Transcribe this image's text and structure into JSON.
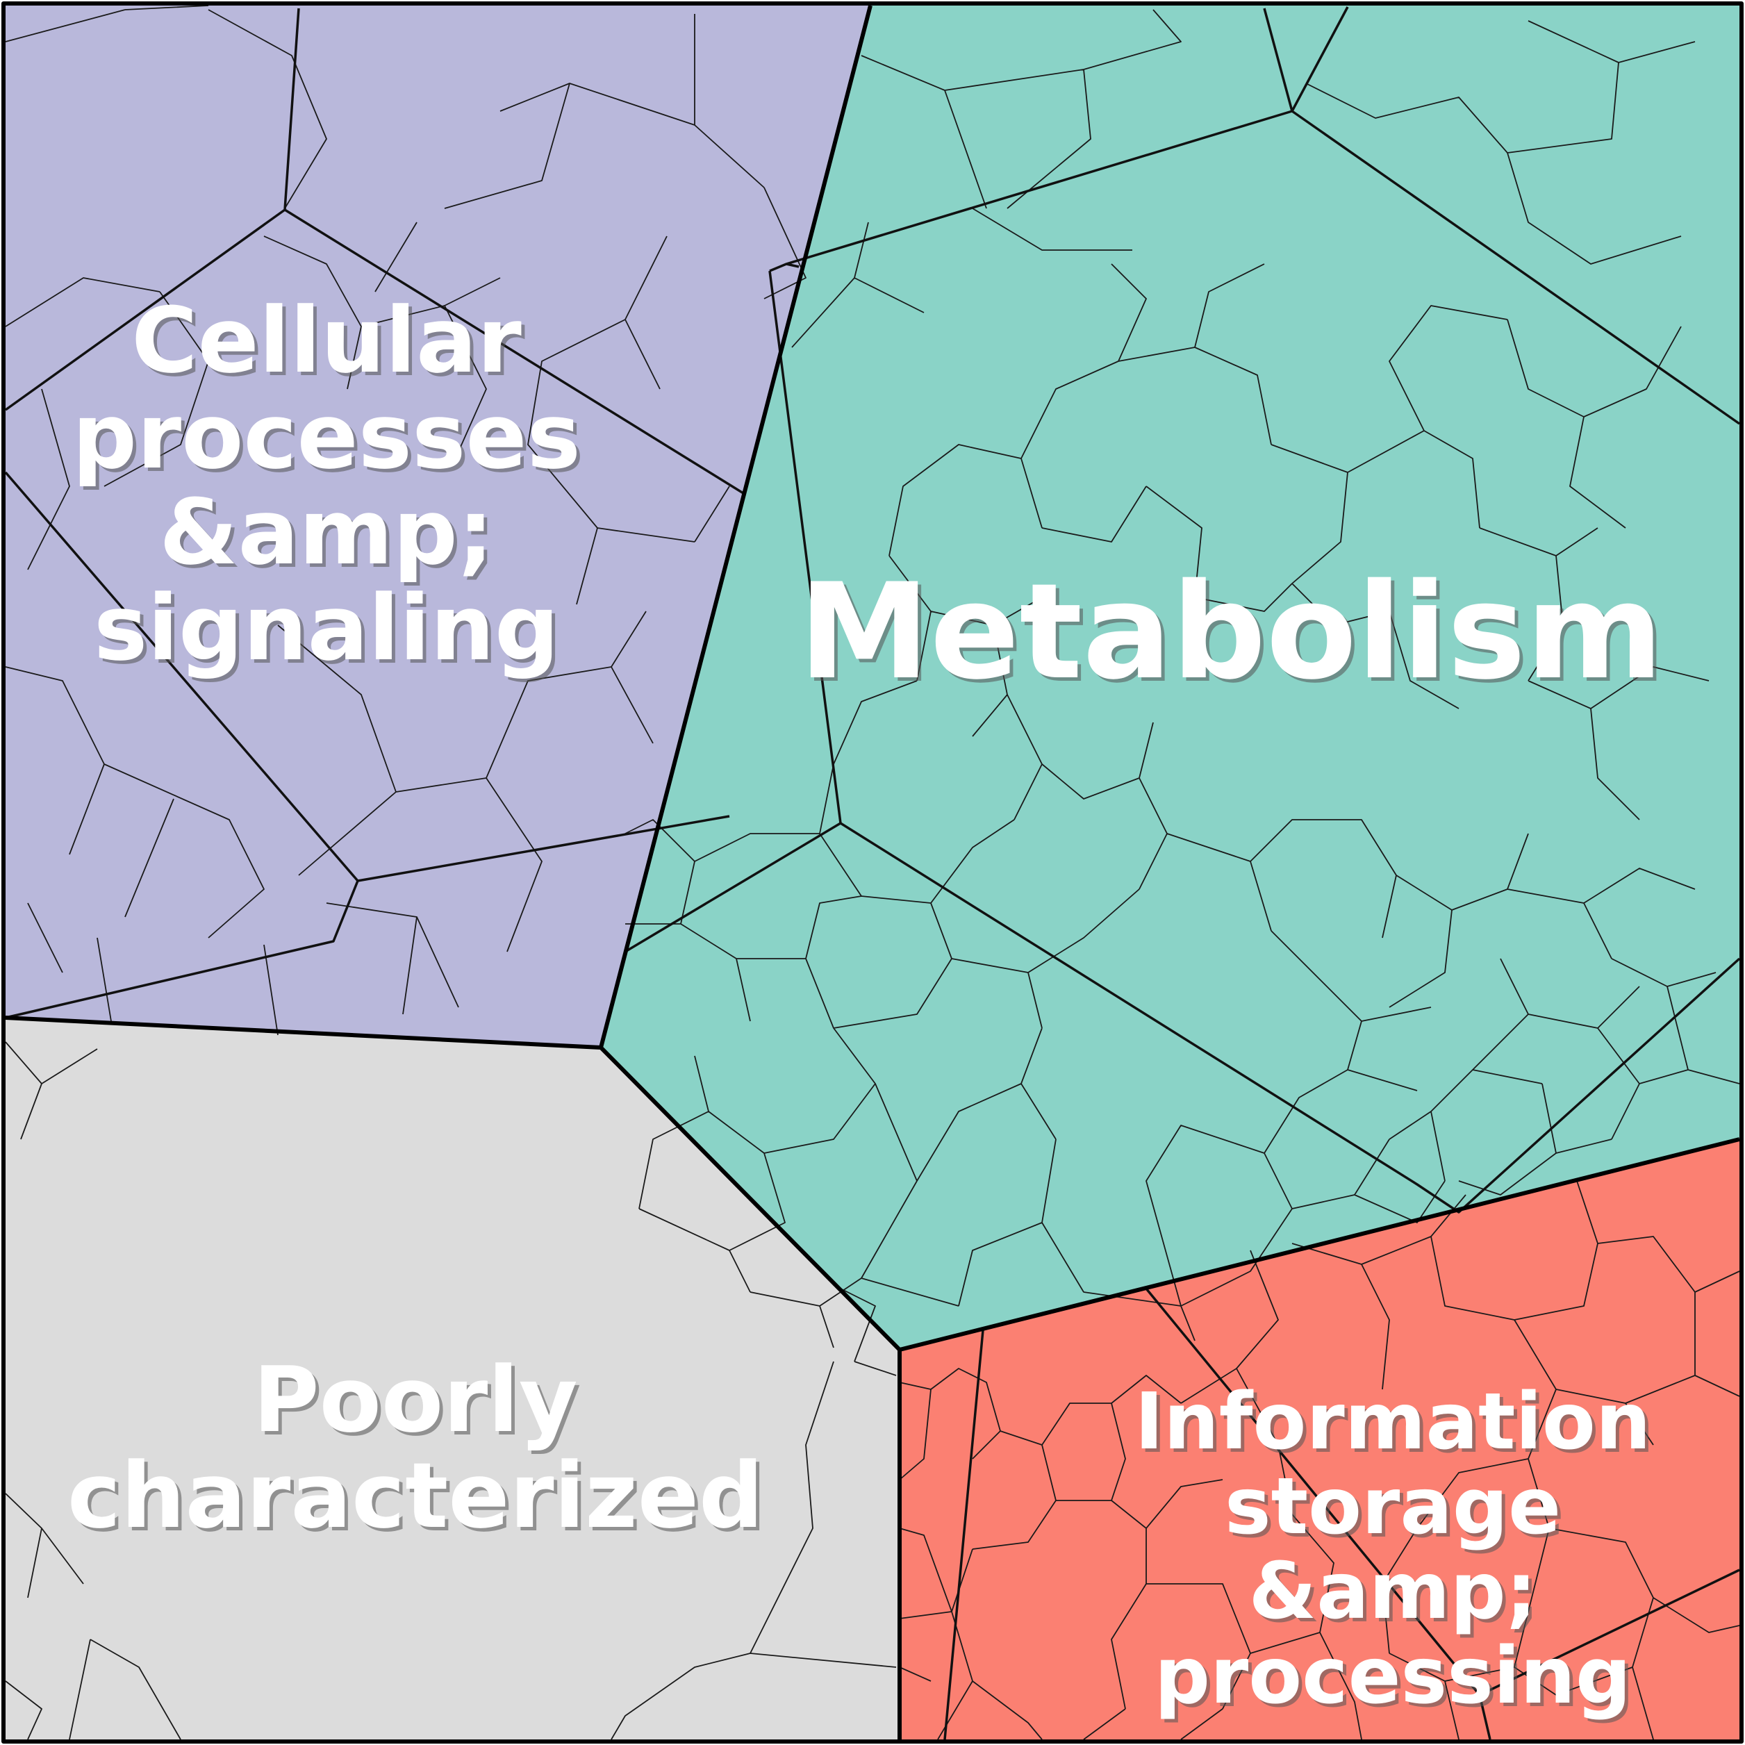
{
  "diagram": {
    "type": "voronoi-treemap",
    "regions": [
      {
        "key": "cellular",
        "label_lines": [
          "Cellular",
          "processes",
          "&amp;",
          "signaling"
        ],
        "color": "#b9b8db"
      },
      {
        "key": "metabolism",
        "label_lines": [
          "Metabolism"
        ],
        "color": "#8ad3c7"
      },
      {
        "key": "poorly",
        "label_lines": [
          "Poorly",
          "characterized"
        ],
        "color": "#dcdcdc"
      },
      {
        "key": "information",
        "label_lines": [
          "Information",
          "storage",
          "&amp;",
          "processing"
        ],
        "color": "#fb8072"
      }
    ],
    "border_color": "#000000",
    "label_color": "#ffffff"
  }
}
